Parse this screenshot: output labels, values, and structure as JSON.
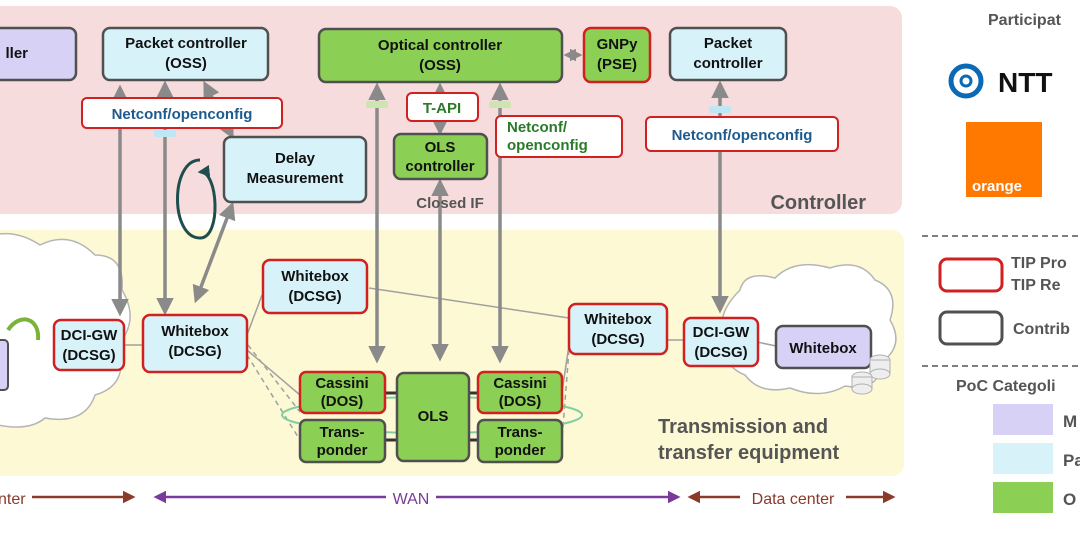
{
  "controller_label": "Controller",
  "transmission_label": [
    "Transmission and",
    "transfer equipment"
  ],
  "nodes": {
    "controller_left": "ller",
    "packet_controller_oss": [
      "Packet controller",
      "(OSS)"
    ],
    "optical_controller_oss": [
      "Optical controller",
      "(OSS)"
    ],
    "gnpy": [
      "GNPy",
      "(PSE)"
    ],
    "packet_controller_right": [
      "Packet",
      "controller"
    ],
    "delay_measurement": [
      "Delay",
      "Measurement"
    ],
    "ols_controller": [
      "OLS",
      "controller"
    ],
    "whitebox_top": [
      "Whitebox",
      "(DCSG)"
    ],
    "whitebox_left": [
      "Whitebox",
      "(DCSG)"
    ],
    "dci_gw_left": [
      "DCI-GW",
      "(DCSG)"
    ],
    "whitebox_right": [
      "Whitebox",
      "(DCSG)"
    ],
    "dci_gw_right": [
      "DCI-GW",
      "(DCSG)"
    ],
    "whitebox_dc": "Whitebox",
    "cassini_left": [
      "Cassini",
      "(DOS)"
    ],
    "cassini_right": [
      "Cassini",
      "(DOS)"
    ],
    "ols": "OLS",
    "transponder_left": [
      "Trans-",
      "ponder"
    ],
    "transponder_right": [
      "Trans-",
      "ponder"
    ]
  },
  "interfaces": {
    "netconf_left": "Netconf/openconfig",
    "netconf_right": "Netconf/openconfig",
    "tapi": "T-API",
    "netconf_mid": [
      "Netconf/",
      "openconfig"
    ],
    "closed_if": "Closed IF"
  },
  "spans": {
    "left": "nter",
    "wan": "WAN",
    "right": "Data center"
  },
  "legend": {
    "participants_title": "Participat",
    "ntt_label": "NTT",
    "orange_label": "orange",
    "tip_line1": "TIP Pro",
    "tip_line2": "TIP Re",
    "contrib": "Contrib",
    "poc_title": "PoC Categoli",
    "cat1": "M",
    "cat2": "Pa",
    "cat3": "O"
  },
  "colors": {
    "controller_band": "#f6dcdc",
    "transmission_band": "#fdf9d4",
    "purple_box": "#d6d1f5",
    "cyan_box": "#d7f2f9",
    "green_box": "#8ccf55",
    "red_border": "#d12020",
    "gray_border": "#505050",
    "interface_text": "#1e5a8c",
    "tapi_text": "#2a7a2a",
    "wan_color": "#7a3a9a",
    "dc_color": "#8a3a2a",
    "orange_brand": "#ff7900"
  }
}
